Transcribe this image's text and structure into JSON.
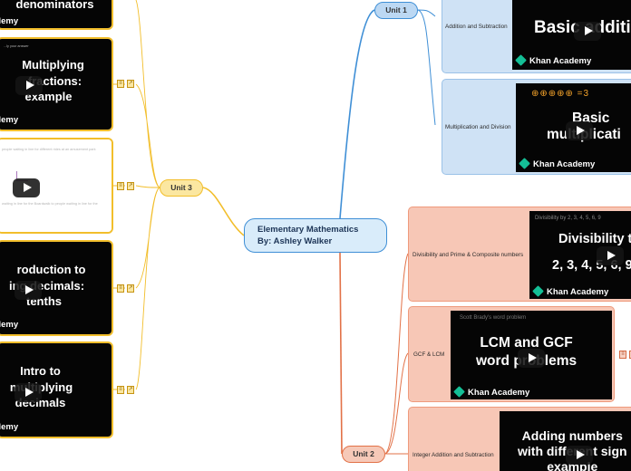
{
  "central": {
    "line1": "Elementary Mathematics",
    "line2": "By: Ashley Walker"
  },
  "units": [
    {
      "id": "u1",
      "label": "Unit 1",
      "color": "#3f8fd6"
    },
    {
      "id": "u2",
      "label": "Unit 2",
      "color": "#e27147"
    },
    {
      "id": "u3",
      "label": "Unit 3",
      "color": "#f2be2b"
    }
  ],
  "unit1": {
    "topics": [
      {
        "label": "Addition and Subtraction",
        "video_title": "Basic additio",
        "brand": "Khan Academy"
      },
      {
        "label": "Multiplication and Division",
        "video_title_line1": "Basic",
        "video_title_line2": "multiplicati",
        "brand": "Khan Academy",
        "doodle": "⊕⊕⊕⊕⊕ =3"
      }
    ]
  },
  "unit2": {
    "topics": [
      {
        "label": "Divisibility and Prime & Composite numbers",
        "video_title_line1": "Divisibility t",
        "video_title_line2": "2, 3, 4, 5, 6, 9",
        "brand": "Khan Academy",
        "watermark": "Divisibility by 2, 3, 4, 5, 6, 9"
      },
      {
        "label": "GCF & LCM",
        "video_title_line1": "LCM and GCF",
        "video_title_line2": "word problems",
        "brand": "Khan Academy",
        "watermark": "Scott Brady's word problem"
      },
      {
        "label": "Integer Addition and Subtraction",
        "video_title_line1": "Adding numbers",
        "video_title_line2": "with different sign",
        "video_title_line3": "example",
        "brand": "Khan Academy"
      }
    ]
  },
  "unit3": {
    "cards": [
      {
        "title_line1": "denominators",
        "title_line2": "",
        "title_line3": "",
        "brand": "ademy"
      },
      {
        "title_line1": "Multiplying",
        "title_line2": "fractions:",
        "title_line3": "example",
        "brand": "ademy",
        "hint": "...ly your answer"
      },
      {
        "white": true,
        "hint_top": "people waiting in line for different rides at an amusement park",
        "hint_bottom": "waiting in line for the Boardwalk to people waiting in line for the"
      },
      {
        "title_line1": "roduction to",
        "title_line2": "ing decimals:",
        "title_line3": "tenths",
        "brand": "ademy"
      },
      {
        "title_line1": "Intro to",
        "title_line2": "multiplying",
        "title_line3": "decimals",
        "brand": "ademy"
      }
    ]
  }
}
